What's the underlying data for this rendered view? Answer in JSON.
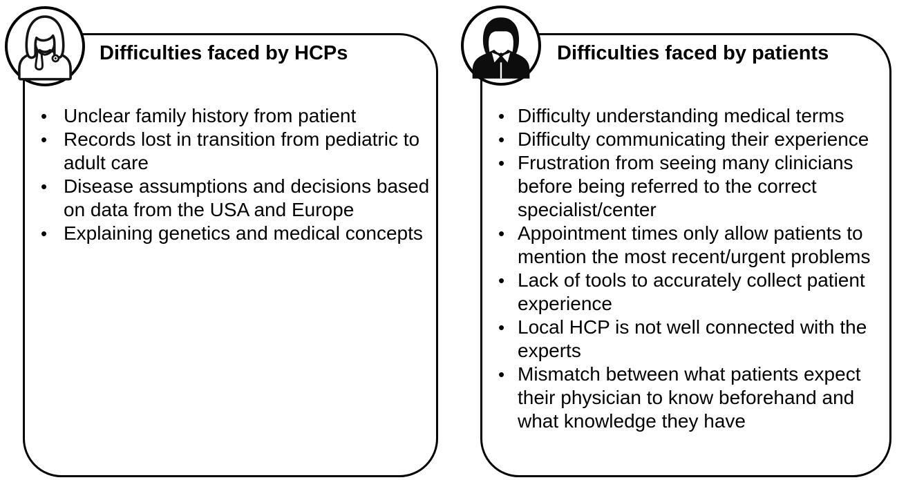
{
  "figure": {
    "type": "two-panel comparison diagram",
    "background_color": "#ffffff",
    "ink_color": "#000000"
  },
  "bullet_char": "•",
  "panels": [
    {
      "id": "hcp",
      "icon": "female-doctor-icon",
      "title": "Difficulties faced by HCPs",
      "items": [
        "Unclear family history from patient",
        "Records lost in transition from pediatric to\nadult care",
        "Disease assumptions and decisions based\non data from the USA and Europe",
        "Explaining genetics and medical concepts"
      ]
    },
    {
      "id": "patients",
      "icon": "female-patient-icon",
      "title": "Difficulties faced by patients",
      "items": [
        "Difficulty understanding medical terms",
        "Difficulty communicating their experience",
        "Frustration from seeing many clinicians\nbefore being referred to the correct\nspecialist/center",
        "Appointment times only allow patients to\nmention the most recent/urgent problems",
        "Lack of tools to accurately collect patient\nexperience",
        "Local HCP is not well connected with the\nexperts",
        "Mismatch between what patients expect\ntheir physician to know beforehand and\nwhat knowledge they have"
      ]
    }
  ]
}
